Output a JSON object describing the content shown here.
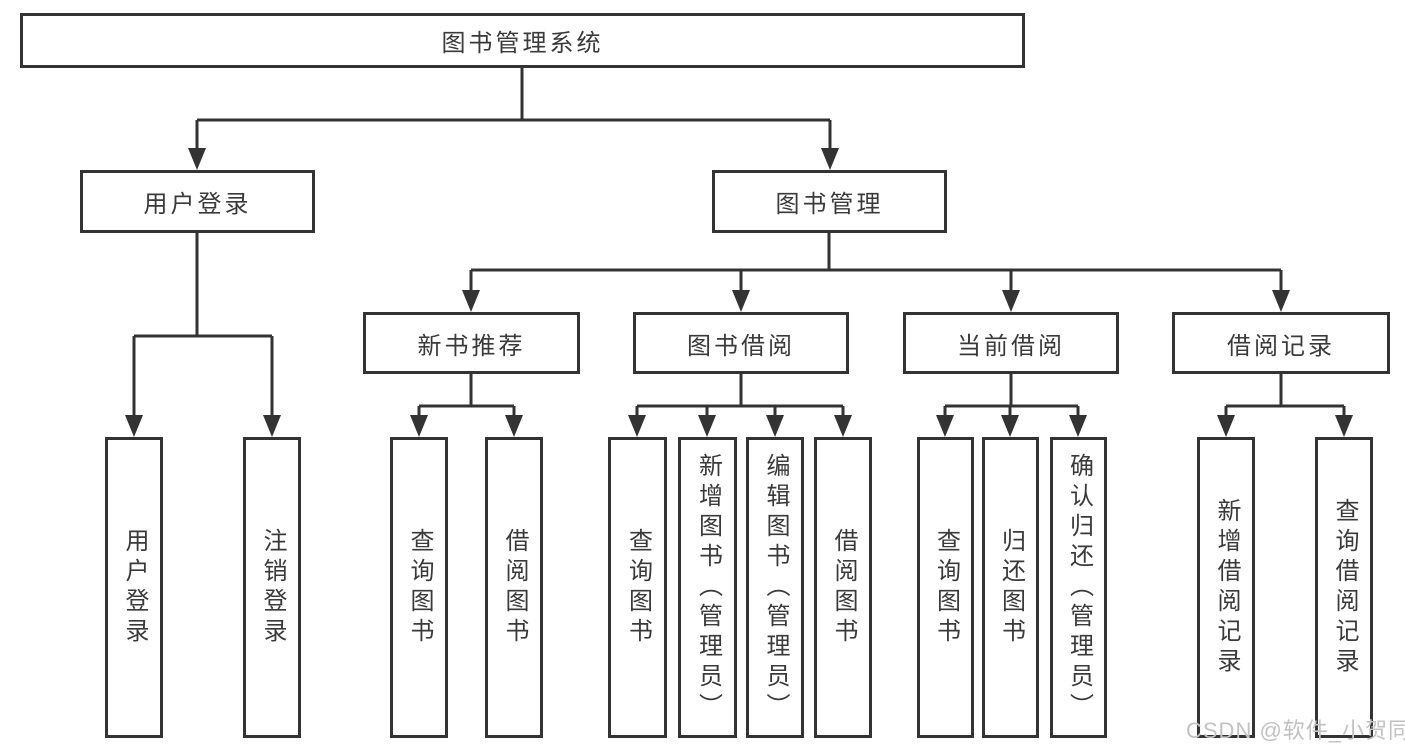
{
  "diagram": {
    "root": {
      "label": "图书管理系统"
    },
    "branches": [
      {
        "label": "用户登录",
        "children": [
          {
            "label": "用户登录"
          },
          {
            "label": "注销登录"
          }
        ]
      },
      {
        "label": "图书管理",
        "children": [
          {
            "label": "新书推荐",
            "children": [
              {
                "label": "查询图书"
              },
              {
                "label": "借阅图书"
              }
            ]
          },
          {
            "label": "图书借阅",
            "children": [
              {
                "label": "查询图书"
              },
              {
                "label": "新增图书（管理员）"
              },
              {
                "label": "编辑图书（管理员）"
              },
              {
                "label": "借阅图书"
              }
            ]
          },
          {
            "label": "当前借阅",
            "children": [
              {
                "label": "查询图书"
              },
              {
                "label": "归还图书"
              },
              {
                "label": "确认归还（管理员）"
              }
            ]
          },
          {
            "label": "借阅记录",
            "children": [
              {
                "label": "新增借阅记录"
              },
              {
                "label": "查询借阅记录"
              }
            ]
          }
        ]
      }
    ]
  },
  "watermark": {
    "text": "CSDN @软件_小贺同学",
    "color": "#c2c2c2"
  },
  "colors": {
    "line": "#333333",
    "text": "#3a3a3a",
    "background": "#ffffff"
  }
}
